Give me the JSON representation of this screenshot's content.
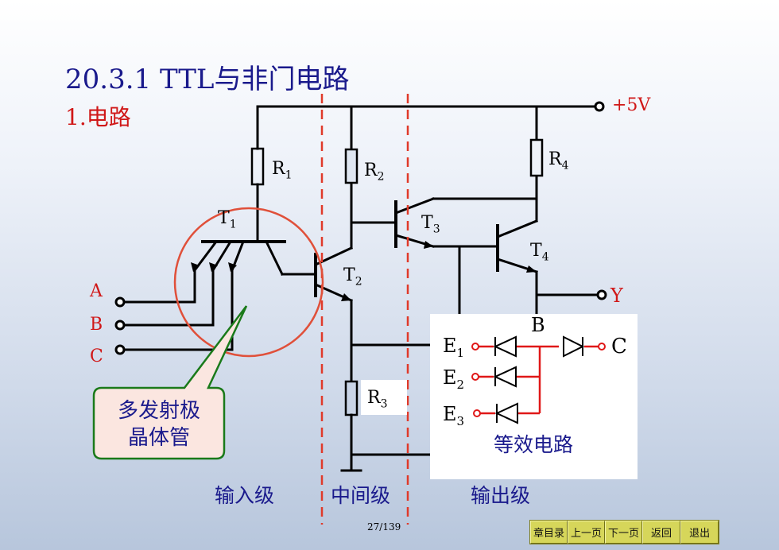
{
  "title": "20.3.1 TTL与非门电路",
  "subtitle": "1.电路",
  "supply_label": "+5V",
  "resistors": {
    "r1": "R",
    "r1_sub": "1",
    "r2": "R",
    "r2_sub": "2",
    "r3": "R",
    "r3_sub": "3",
    "r4": "R",
    "r4_sub": "4"
  },
  "transistors": {
    "t1": "T",
    "t1_sub": "1",
    "t2": "T",
    "t2_sub": "2",
    "t3": "T",
    "t3_sub": "3",
    "t4": "T",
    "t4_sub": "4"
  },
  "inputs": [
    "A",
    "B",
    "C"
  ],
  "output_label": "Y",
  "callout": {
    "line1": "多发射极",
    "line2": "晶体管"
  },
  "equivalent": {
    "b_label": "B",
    "c_label": "C",
    "e1": "E",
    "e1_sub": "1",
    "e2": "E",
    "e2_sub": "2",
    "e3": "E",
    "e3_sub": "3",
    "caption": "等效电路"
  },
  "stages": {
    "input": "输入级",
    "middle": "中间级",
    "output": "输出级"
  },
  "page_number": "27/139",
  "nav": [
    "章目录",
    "上一页",
    "下一页",
    "返回",
    "退出"
  ],
  "colors": {
    "title": "#1a1a8c",
    "accent_red": "#d01818",
    "wire": "#000000",
    "nav_bg": "#d6d65a"
  }
}
